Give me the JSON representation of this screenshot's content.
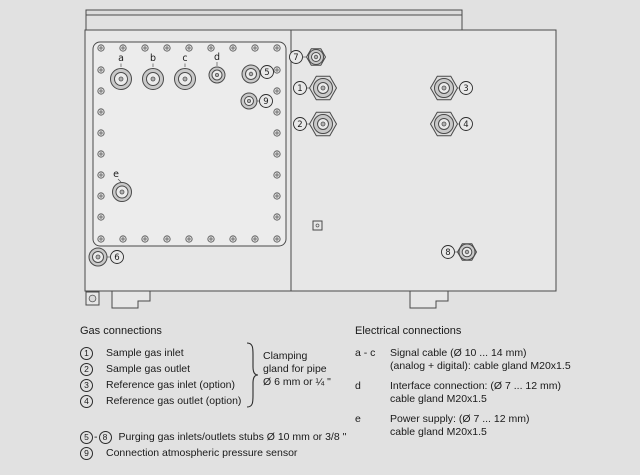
{
  "page": {
    "background": "#e1e1e1"
  },
  "diagram": {
    "gland_labels": {
      "a": "a",
      "b": "b",
      "c": "c",
      "d": "d",
      "e": "e"
    },
    "callouts": {
      "c1": "1",
      "c2": "2",
      "c3": "3",
      "c4": "4",
      "c5": "5",
      "c6": "6",
      "c7": "7",
      "c8": "8",
      "c9": "9"
    }
  },
  "legend": {
    "gas": {
      "title": "Gas connections",
      "items": [
        {
          "num": "1",
          "text": "Sample gas inlet"
        },
        {
          "num": "2",
          "text": "Sample gas outlet"
        },
        {
          "num": "3",
          "text": "Reference gas inlet (option)"
        },
        {
          "num": "4",
          "text": "Reference gas outlet (option)"
        }
      ],
      "clamp_note_lines": [
        "Clamping",
        "gland for pipe",
        "Ø 6 mm or ¼ \""
      ],
      "purge": {
        "num_from": "5",
        "dash": "-",
        "num_to": "8",
        "text": "Purging gas inlets/outlets stubs Ø 10 mm or 3/8 \""
      },
      "pressure": {
        "num": "9",
        "text": "Connection atmospheric pressure sensor"
      }
    },
    "electrical": {
      "title": "Electrical connections",
      "items": [
        {
          "key": "a - c",
          "line1": "Signal cable (Ø 10 ... 14 mm)",
          "line2": "(analog + digital): cable gland M20x1.5"
        },
        {
          "key": "d",
          "line1": "Interface connection: (Ø 7 ... 12 mm)",
          "line2": "cable gland M20x1.5"
        },
        {
          "key": "e",
          "line1": "Power supply: (Ø 7 ... 12 mm)",
          "line2": "cable gland M20x1.5"
        }
      ]
    }
  }
}
